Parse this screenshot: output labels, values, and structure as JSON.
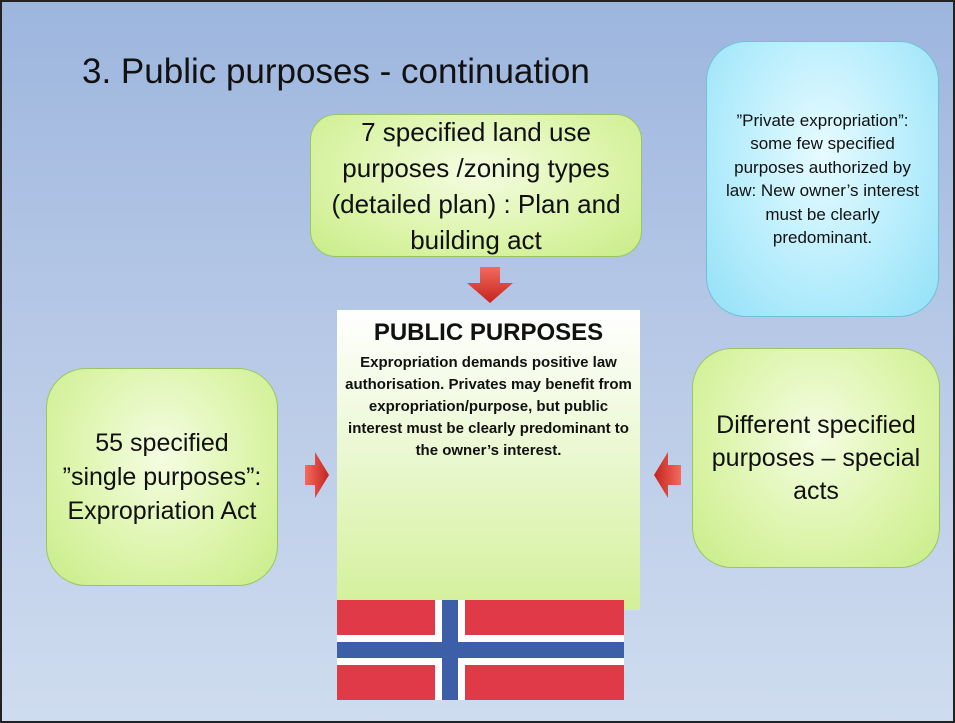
{
  "slide": {
    "title": "3. Public purposes - continuation"
  },
  "land_use_box": {
    "text": "7 specified land use purposes /zoning types (detailed plan) : Plan and building act"
  },
  "private_box": {
    "text": "”Private expropriation”: some few specified purposes authorized by law: New owner’s interest must be clearly predominant."
  },
  "center_box": {
    "heading": "PUBLIC PURPOSES",
    "body": "Expropriation demands positive law authorisation. Privates may benefit from expropriation/purpose, but public interest must be clearly predominant to the owner’s interest."
  },
  "single_purposes_box": {
    "text": "55 specified ”single purposes”: Expropriation Act"
  },
  "special_acts_box": {
    "text": "Different specified purposes – special acts"
  },
  "colors": {
    "green_box": "#dbf4a8",
    "blue_box": "#b4ecfc",
    "arrow_red": "#e03a33",
    "flag_red": "#e03a48",
    "flag_blue": "#3c5fa8"
  },
  "icons": {
    "arrows": "red-arrow-icon",
    "flag": "norway-flag-icon"
  }
}
